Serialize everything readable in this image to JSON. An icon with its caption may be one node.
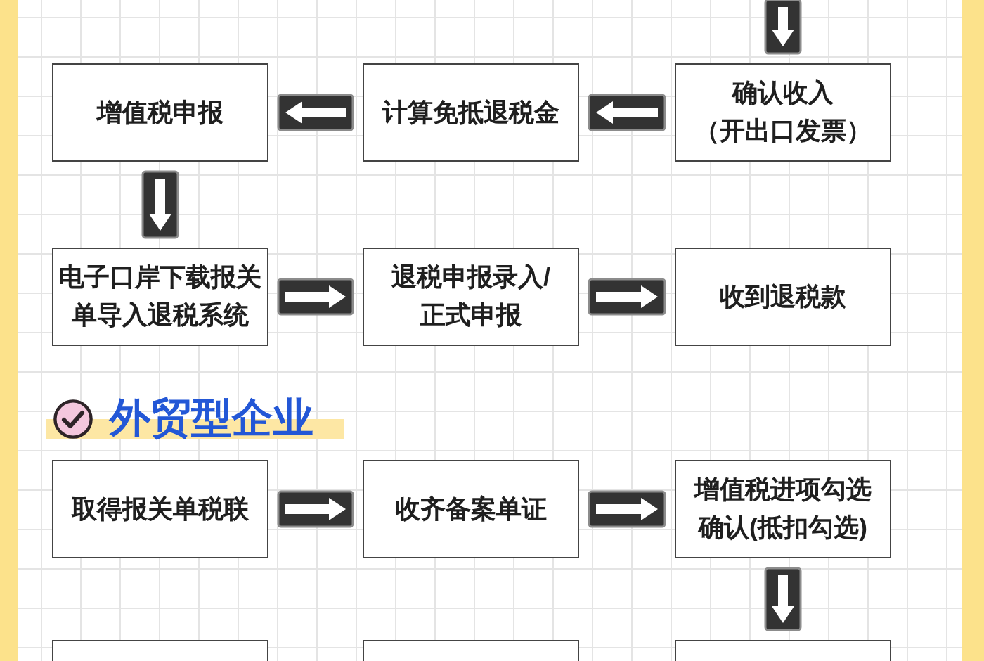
{
  "diagram": {
    "nodes": [
      {
        "text": [
          "增值税申报"
        ]
      },
      {
        "text": [
          "计算免抵退税金"
        ]
      },
      {
        "text": [
          "确认收入",
          "（开出口发票）"
        ]
      },
      {
        "text": [
          "电子口岸下载报关单导入退税系统"
        ]
      },
      {
        "text": [
          "退税申报录入/正式申报"
        ]
      },
      {
        "text": [
          "收到退税款"
        ]
      },
      {
        "text": [
          "取得报关单税联"
        ]
      },
      {
        "text": [
          "收齐备案单证"
        ]
      },
      {
        "text": [
          "增值税进项勾选确认(抵扣勾选)"
        ]
      },
      {
        "text": [],
        "shape": "box"
      },
      {
        "text": [],
        "shape": "box"
      },
      {
        "text": [],
        "shape": "box"
      }
    ],
    "edges": [
      {
        "from": null,
        "to": 2,
        "arrow": "to"
      },
      {
        "from": 2,
        "to": 1,
        "arrow": "to"
      },
      {
        "from": 1,
        "to": 0,
        "arrow": "to"
      },
      {
        "from": 0,
        "to": 3,
        "arrow": "to"
      },
      {
        "from": 3,
        "to": 4,
        "arrow": "to"
      },
      {
        "from": 4,
        "to": 5,
        "arrow": "to"
      },
      {
        "from": 6,
        "to": 7,
        "arrow": "to"
      },
      {
        "from": 7,
        "to": 8,
        "arrow": "to"
      },
      {
        "from": 8,
        "to": 11,
        "arrow": "to"
      }
    ],
    "labels": [
      "外贸型企业"
    ]
  }
}
